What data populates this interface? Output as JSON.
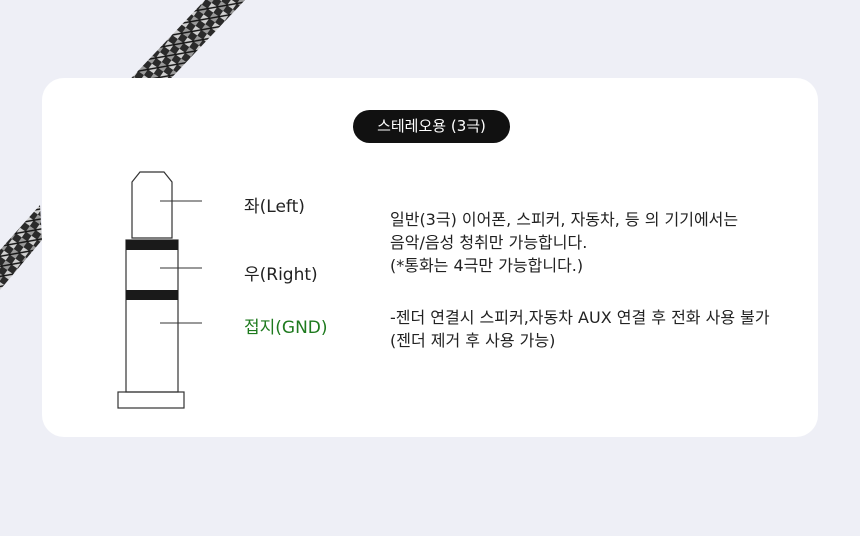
{
  "header": {
    "badge_label": "스테레오용 (3극)"
  },
  "diagram": {
    "labels": {
      "left": "좌(Left)",
      "right": "우(Right)",
      "ground": "접지(GND)"
    },
    "colors": {
      "ground_label": "#1e7a1e",
      "ring_band": "#1a1a1a"
    }
  },
  "description": {
    "block1": [
      "일반(3극) 이어폰, 스피커, 자동차, 등 의 기기에서는",
      "음악/음성 청취만 가능합니다.",
      "(*통화는 4극만 가능합니다.)"
    ],
    "block2": [
      "-젠더 연결시 스피커,자동차 AUX 연결 후 전화 사용 불가",
      "(젠더 제거 후 사용 가능)"
    ]
  }
}
